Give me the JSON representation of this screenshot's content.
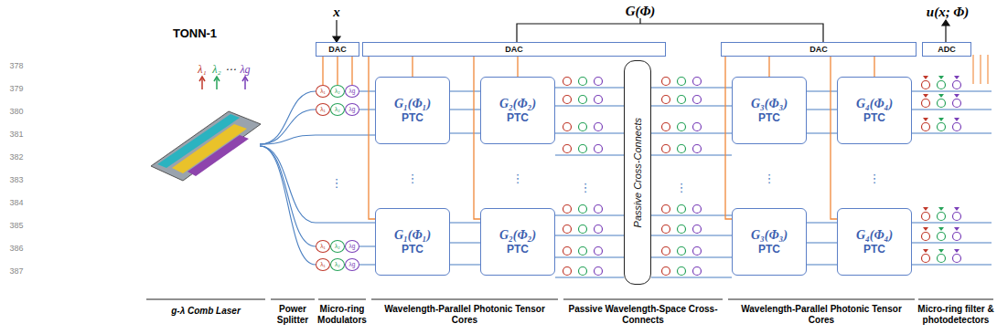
{
  "diagram": {
    "title": "TONN-1",
    "nodes": [
      {
        "text": [
          "DAC"
        ]
      },
      {
        "text": [
          "DAC"
        ]
      },
      {
        "text": [
          "DAC"
        ]
      },
      {
        "text": [
          "ADC"
        ]
      },
      {
        "text": [
          "λ₁"
        ]
      },
      {
        "text": [
          "λ₂"
        ]
      },
      {
        "text": [
          "λg"
        ]
      },
      {
        "text": [
          "λ₁"
        ]
      },
      {
        "text": [
          "λ₂"
        ]
      },
      {
        "text": [
          "λg"
        ]
      },
      {
        "text": [
          "λ₁"
        ]
      },
      {
        "text": [
          "λ₂"
        ]
      },
      {
        "text": [
          "λg"
        ]
      },
      {
        "text": [
          "λ₁"
        ]
      },
      {
        "text": [
          "λ₂"
        ]
      },
      {
        "text": [
          "λg"
        ]
      },
      {
        "text": [
          "G₁(Φ₁)",
          "PTC"
        ]
      },
      {
        "text": [
          "G₂(Φ₂)",
          "PTC"
        ]
      },
      {
        "text": [
          "G₃(Φ₃)",
          "PTC"
        ]
      },
      {
        "text": [
          "G₄(Φ₄)",
          "PTC"
        ]
      },
      {
        "text": [
          "G₁(Φ₁)",
          "PTC"
        ]
      },
      {
        "text": [
          "G₂(Φ₂)",
          "PTC"
        ]
      },
      {
        "text": [
          "G₃(Φ₃)",
          "PTC"
        ]
      },
      {
        "text": [
          "G₄(Φ₄)",
          "PTC"
        ]
      },
      {
        "text": [
          "Passive Cross-Connects"
        ]
      }
    ],
    "edges": [
      {
        "from": 0,
        "to": 4,
        "arrow": "none"
      },
      {
        "from": 0,
        "to": 5,
        "arrow": "none"
      },
      {
        "from": 0,
        "to": 6,
        "arrow": "none"
      },
      {
        "from": 1,
        "to": 16,
        "arrow": "none"
      },
      {
        "from": 1,
        "to": 17,
        "arrow": "none"
      },
      {
        "from": 1,
        "to": 20,
        "arrow": "none"
      },
      {
        "from": 1,
        "to": 21,
        "arrow": "none"
      },
      {
        "from": 2,
        "to": 18,
        "arrow": "none"
      },
      {
        "from": 2,
        "to": 19,
        "arrow": "none"
      },
      {
        "from": 2,
        "to": 22,
        "arrow": "none"
      },
      {
        "from": 2,
        "to": 23,
        "arrow": "none"
      }
    ],
    "labels": [
      "378",
      "379",
      "380",
      "381",
      "382",
      "383",
      "384",
      "385",
      "386",
      "387",
      "x",
      "G(Φ)",
      "u(x; Φ)",
      "λ₁",
      "λ₂",
      "⋯",
      "λg",
      "g-λ Comb Laser",
      "Power Splitter",
      "Micro-ring Modulators",
      "Wavelength-Parallel Photonic Tensor Cores",
      "Passive Wavelength-Space Cross-Connects",
      "Wavelength-Parallel Photonic Tensor Cores",
      "Micro-ring filter & photodetectors",
      "⋮",
      "⋮",
      "⋮",
      "⋮",
      "⋮",
      "⋮",
      "⋮"
    ]
  }
}
